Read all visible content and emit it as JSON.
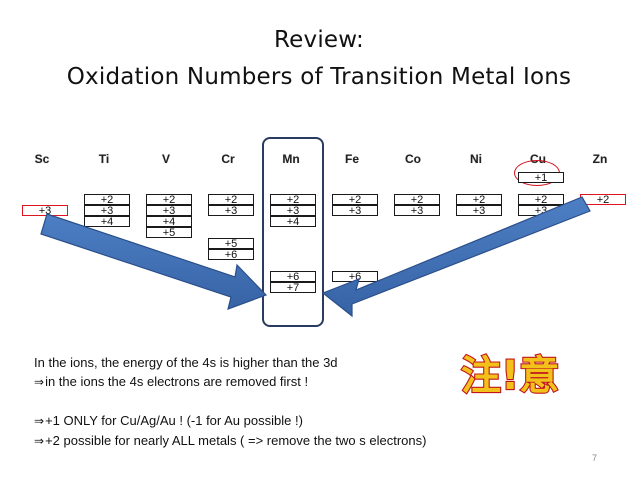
{
  "slide": {
    "title_line1": "Review:",
    "title_line2": "Oxidation Numbers of Transition Metal Ions",
    "page_number": "7",
    "arrow_glyph": "⇒"
  },
  "elements": [
    {
      "symbol": "Sc",
      "states": [
        "+3"
      ]
    },
    {
      "symbol": "Ti",
      "states": [
        "+2",
        "+3",
        "+4"
      ]
    },
    {
      "symbol": "V",
      "states": [
        "+2",
        "+3",
        "+4",
        "+5"
      ]
    },
    {
      "symbol": "Cr",
      "states": [
        "+2",
        "+3",
        "+5",
        "+6"
      ]
    },
    {
      "symbol": "Mn",
      "states": [
        "+2",
        "+3",
        "+4",
        "+6",
        "+7"
      ]
    },
    {
      "symbol": "Fe",
      "states": [
        "+2",
        "+3",
        "+6"
      ]
    },
    {
      "symbol": "Co",
      "states": [
        "+2",
        "+3"
      ]
    },
    {
      "symbol": "Ni",
      "states": [
        "+2",
        "+3"
      ]
    },
    {
      "symbol": "Cu",
      "states": [
        "+1",
        "+2",
        "+3"
      ]
    },
    {
      "symbol": "Zn",
      "states": [
        "+2"
      ]
    }
  ],
  "text": {
    "line1": "In the ions, the energy of the 4s is higher than the 3d",
    "line2": "in the ions the 4s electrons are removed first !",
    "line3": "+1 ONLY for Cu/Ag/Au !  (-1 for Au possible !)",
    "line4": "+2 possible for nearly ALL metals ( => remove the two s electrons)"
  },
  "badge": {
    "text": "注!意",
    "fill_color": "#f2c21a",
    "outline_color": "#c0141c"
  },
  "colors": {
    "arrow_fill": "#3f6fb6",
    "highlight_red": "#e0141e",
    "mn_box_border": "#2a3b5f"
  }
}
